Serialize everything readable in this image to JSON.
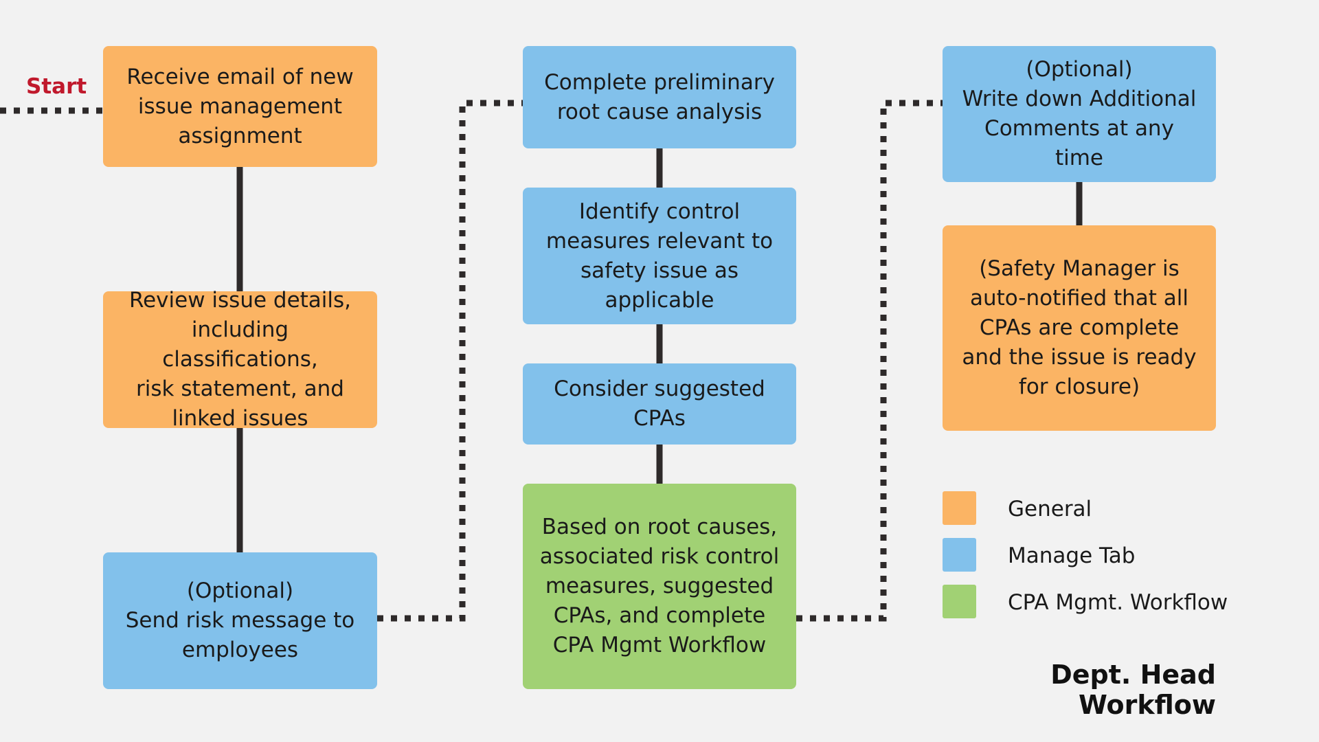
{
  "colors": {
    "general": "#fbb464",
    "manage_tab": "#82c1eb",
    "cpa_workflow": "#a1d174",
    "connector": "#2e2a2a",
    "start": "#c0192c",
    "background": "#f2f2f2"
  },
  "start_label": "Start",
  "steps": {
    "receive_email": "Receive email of new\nissue management\nassignment",
    "review_issue": "Review issue details,\nincluding classifications,\nrisk statement, and\nlinked issues",
    "send_risk_message": "(Optional)\nSend risk message to\nemployees",
    "preliminary_rca": "Complete preliminary\nroot cause analysis",
    "identify_controls": "Identify control\nmeasures relevant to\nsafety issue as\napplicable",
    "consider_cpas": "Consider suggested\nCPAs",
    "complete_cpa_workflow": "Based on root causes,\nassociated risk control\nmeasures, suggested\nCPAs, and complete\nCPA Mgmt Workflow",
    "additional_comments": "(Optional)\nWrite down Additional\nComments at any\ntime",
    "auto_notified": "(Safety Manager is\nauto-notified that all\nCPAs are complete\nand the issue is ready\nfor closure)"
  },
  "legend": [
    {
      "label": "General",
      "color": "#fbb464"
    },
    {
      "label": "Manage Tab",
      "color": "#82c1eb"
    },
    {
      "label": "CPA Mgmt. Workflow",
      "color": "#a1d174"
    }
  ],
  "title": "Dept. Head Workflow"
}
